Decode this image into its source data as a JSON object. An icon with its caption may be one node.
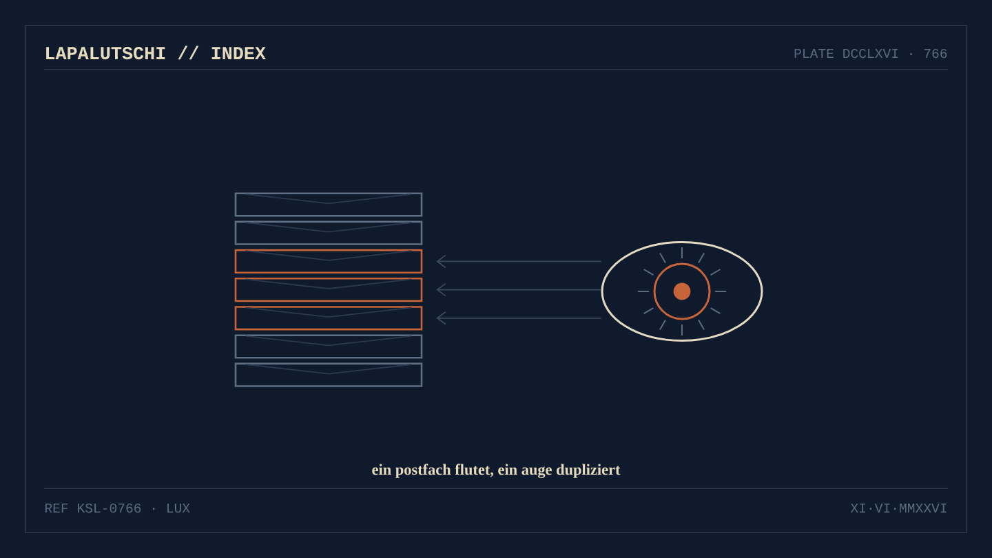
{
  "diagram": {
    "title": "LAPALUTSCHI // INDEX",
    "caption": "ein postfach flutet, ein auge dupliziert",
    "nodes": [
      {
        "text": [],
        "shape": "box"
      },
      {
        "text": [],
        "shape": "box"
      },
      {
        "text": [],
        "shape": "box"
      },
      {
        "text": [],
        "shape": "box"
      },
      {
        "text": [],
        "shape": "box"
      },
      {
        "text": [],
        "shape": "box"
      },
      {
        "text": [],
        "shape": "box"
      },
      {
        "text": [],
        "shape": "picture"
      }
    ],
    "edges": [
      {
        "from": 7,
        "to": 2,
        "arrow": "to"
      },
      {
        "from": 7,
        "to": 3,
        "arrow": "to"
      },
      {
        "from": 7,
        "to": 4,
        "arrow": "to"
      }
    ],
    "labels": [
      "PLATE DCCLXVI · 766",
      "REF KSL-0766 · LUX",
      "XI·VI·MMXXVI"
    ]
  }
}
